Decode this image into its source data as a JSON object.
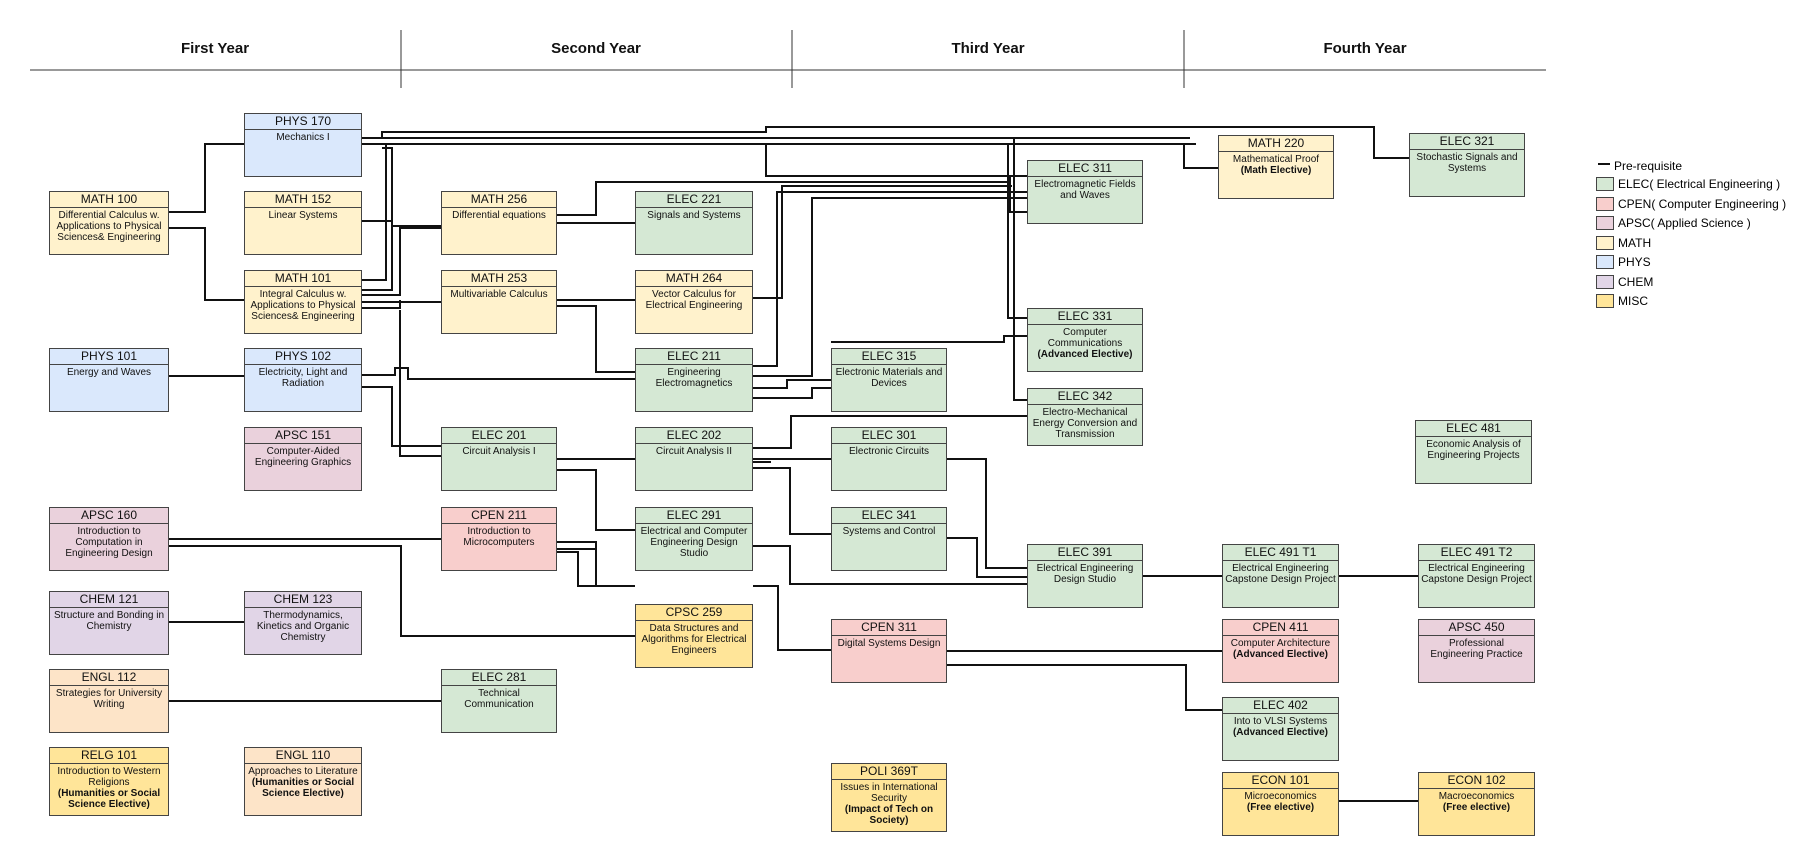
{
  "colors": {
    "ELEC": "#d5e8d4",
    "CPEN": "#f8cecc",
    "APSC": "#ead1dc",
    "MATH": "#fff2cc",
    "PHYS": "#dae8fc",
    "CHEM": "#e1d5e7",
    "MISC": "#ffe599",
    "ENGL": "#fde4c8",
    "line": "#111111"
  },
  "years": [
    "First  Year",
    "Second Year",
    "Third Year",
    "Fourth Year"
  ],
  "legend": {
    "title": "Pre-requisite",
    "items": [
      {
        "cat": "ELEC",
        "label": "ELEC( Electrical Engineering )"
      },
      {
        "cat": "CPEN",
        "label": "CPEN( Computer Engineering )"
      },
      {
        "cat": "APSC",
        "label": "APSC( Applied Science )"
      },
      {
        "cat": "MATH",
        "label": "MATH"
      },
      {
        "cat": "PHYS",
        "label": "PHYS"
      },
      {
        "cat": "CHEM",
        "label": "CHEM"
      },
      {
        "cat": "MISC",
        "label": "MISC"
      }
    ]
  },
  "courses": [
    {
      "id": "math100",
      "code": "MATH 100",
      "title": "Differential Calculus w. Applications to Physical Sciences&  Engineering",
      "cat": "MATH"
    },
    {
      "id": "phys170",
      "code": "PHYS 170",
      "title": "Mechanics I",
      "cat": "PHYS"
    },
    {
      "id": "math152",
      "code": "MATH 152",
      "title": "Linear Systems",
      "cat": "MATH"
    },
    {
      "id": "math101",
      "code": "MATH 101",
      "title": "Integral Calculus w. Applications to Physical Sciences&  Engineering",
      "cat": "MATH"
    },
    {
      "id": "phys101",
      "code": "PHYS 101",
      "title": "Energy and Waves",
      "cat": "PHYS"
    },
    {
      "id": "phys102",
      "code": "PHYS 102",
      "title": "Electricity, Light and Radiation",
      "cat": "PHYS"
    },
    {
      "id": "apsc151",
      "code": "APSC 151",
      "title": "Computer-Aided Engineering Graphics",
      "cat": "APSC"
    },
    {
      "id": "apsc160",
      "code": "APSC 160",
      "title": "Introduction to Computation in Engineering Design",
      "cat": "APSC"
    },
    {
      "id": "chem121",
      "code": "CHEM 121",
      "title": "Structure and Bonding in Chemistry",
      "cat": "CHEM"
    },
    {
      "id": "chem123",
      "code": "CHEM 123",
      "title": "Thermodynamics, Kinetics and Organic Chemistry",
      "cat": "CHEM"
    },
    {
      "id": "engl112",
      "code": "ENGL 112",
      "title": "Strategies for University Writing",
      "cat": "ENGL"
    },
    {
      "id": "relg101",
      "code": "RELG 101",
      "title": "Introduction to Western Religions",
      "note": "(Humanities or Social Science Elective)",
      "cat": "MISC"
    },
    {
      "id": "engl110",
      "code": "ENGL 110",
      "title": "Approaches to Literature",
      "note": "(Humanities or Social Science Elective)",
      "cat": "ENGL"
    },
    {
      "id": "math256",
      "code": "MATH 256",
      "title": "Differential equations",
      "cat": "MATH"
    },
    {
      "id": "math253",
      "code": "MATH 253",
      "title": "Multivariable Calculus",
      "cat": "MATH"
    },
    {
      "id": "elec201",
      "code": "ELEC 201",
      "title": "Circuit Analysis I",
      "cat": "ELEC"
    },
    {
      "id": "cpen211",
      "code": "CPEN 211",
      "title": "Introduction to Microcomputers",
      "cat": "CPEN"
    },
    {
      "id": "elec281",
      "code": "ELEC 281",
      "title": "Technical Communication",
      "cat": "ELEC"
    },
    {
      "id": "elec221",
      "code": "ELEC 221",
      "title": "Signals and Systems",
      "cat": "ELEC"
    },
    {
      "id": "math264",
      "code": "MATH 264",
      "title": "Vector Calculus for Electrical Engineering",
      "cat": "MATH"
    },
    {
      "id": "elec211",
      "code": "ELEC 211",
      "title": "Engineering Electromagnetics",
      "cat": "ELEC"
    },
    {
      "id": "elec202",
      "code": "ELEC 202",
      "title": "Circuit Analysis II",
      "cat": "ELEC"
    },
    {
      "id": "elec291",
      "code": "ELEC 291",
      "title": "Electrical and Computer Engineering Design Studio",
      "cat": "ELEC"
    },
    {
      "id": "cpsc259",
      "code": "CPSC 259",
      "title": "Data Structures and Algorithms for Electrical Engineers",
      "cat": "MISC"
    },
    {
      "id": "elec315",
      "code": "ELEC 315",
      "title": "Electronic Materials and Devices",
      "cat": "ELEC"
    },
    {
      "id": "elec301",
      "code": "ELEC 301",
      "title": "Electronic Circuits",
      "cat": "ELEC"
    },
    {
      "id": "elec341",
      "code": "ELEC 341",
      "title": "Systems and Control",
      "cat": "ELEC"
    },
    {
      "id": "cpen311",
      "code": "CPEN 311",
      "title": "Digital Systems Design",
      "cat": "CPEN"
    },
    {
      "id": "poli369t",
      "code": "POLI 369T",
      "title": "Issues in International Security",
      "note": "(Impact of Tech on Society)",
      "cat": "MISC"
    },
    {
      "id": "elec311",
      "code": "ELEC 311",
      "title": "Electromagnetic Fields and Waves",
      "cat": "ELEC"
    },
    {
      "id": "elec331",
      "code": "ELEC 331",
      "title": "Computer Communications",
      "note": "(Advanced Elective)",
      "cat": "ELEC"
    },
    {
      "id": "elec342",
      "code": "ELEC 342",
      "title": "Electro-Mechanical Energy Conversion and Transmission",
      "cat": "ELEC"
    },
    {
      "id": "elec391",
      "code": "ELEC 391",
      "title": "Electrical Engineering Design Studio",
      "cat": "ELEC"
    },
    {
      "id": "math220",
      "code": "MATH 220",
      "title": "Mathematical Proof",
      "note": "(Math Elective)",
      "cat": "MATH"
    },
    {
      "id": "elec491t1",
      "code": "ELEC 491 T1",
      "title": "Electrical Engineering Capstone Design Project",
      "cat": "ELEC"
    },
    {
      "id": "cpen411",
      "code": "CPEN 411",
      "title": "Computer Architecture",
      "note": "(Advanced Elective)",
      "cat": "CPEN"
    },
    {
      "id": "elec402",
      "code": "ELEC 402",
      "title": "Into to VLSI Systems",
      "note": "(Advanced Elective)",
      "cat": "ELEC"
    },
    {
      "id": "econ101",
      "code": "ECON 101",
      "title": "Microeconomics",
      "note": "(Free elective)",
      "cat": "MISC"
    },
    {
      "id": "elec321",
      "code": "ELEC 321",
      "title": "Stochastic Signals and Systems",
      "cat": "ELEC"
    },
    {
      "id": "elec481",
      "code": "ELEC 481",
      "title": "Economic Analysis of Engineering Projects",
      "cat": "ELEC"
    },
    {
      "id": "elec491t2",
      "code": "ELEC 491 T2",
      "title": "Electrical Engineering Capstone Design Project",
      "cat": "ELEC"
    },
    {
      "id": "apsc450",
      "code": "APSC 450",
      "title": "Professional Engineering Practice",
      "cat": "APSC"
    },
    {
      "id": "econ102",
      "code": "ECON 102",
      "title": "Macroeconomics",
      "note": "(Free elective)",
      "cat": "MISC"
    }
  ]
}
